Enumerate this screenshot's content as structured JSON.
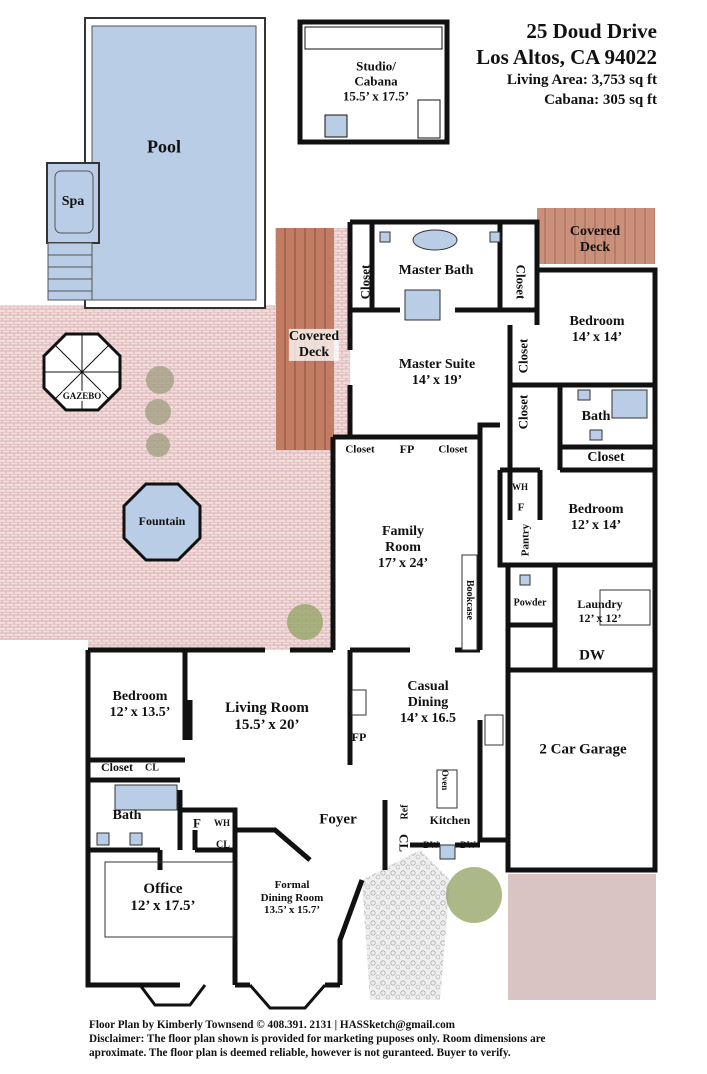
{
  "header": {
    "address_line1": "25  Doud Drive",
    "address_line2": "Los Altos, CA 94022",
    "living_area": "Living Area: 3,753 sq ft",
    "cabana_area": "Cabana: 305 sq ft"
  },
  "outdoor": {
    "pool": "Pool",
    "spa": "Spa",
    "gazebo": "GAZEBO",
    "fountain": "Fountain",
    "covered_deck_left": [
      "Covered",
      "Deck"
    ],
    "covered_deck_right": [
      "Covered",
      "Deck"
    ]
  },
  "rooms": {
    "studio": {
      "name1": "Studio/",
      "name2": "Cabana",
      "dims": "15.5’ x 17.5’"
    },
    "master_bath": "Master Bath",
    "closet": "Closet",
    "master_suite": {
      "name": "Master Suite",
      "dims": "14’ x 19’"
    },
    "bedroom_ne": {
      "name": "Bedroom",
      "dims": "14’ x 14’"
    },
    "bath_ne": "Bath",
    "bedroom_e": {
      "name": "Bedroom",
      "dims": "12’ x 14’"
    },
    "fp": "FP",
    "family_room": {
      "name": "Family",
      "name2": "Room",
      "dims": "17’ x 24’"
    },
    "bookcase": "Bookcase",
    "wh": "WH",
    "f": "F",
    "pantry": "Pantry",
    "powder": "Powder",
    "laundry": {
      "name": "Laundry",
      "dims": "12’ x 12’"
    },
    "dw": "DW",
    "casual_dining": {
      "name": "Casual",
      "name2": "Dining",
      "dims": "14’ x 16.5"
    },
    "garage": "2 Car Garage",
    "bedroom_w": {
      "name": "Bedroom",
      "dims": "12’ x 13.5’"
    },
    "living_room": {
      "name": "Living Room",
      "dims": "15.5’ x 20’"
    },
    "cl": "CL",
    "bath_w": "Bath",
    "foyer": "Foyer",
    "ref": "Ref",
    "oven": "Oven",
    "kitchen": "Kitchen",
    "office": {
      "name": "Office",
      "dims": "12’ x 17.5’"
    },
    "formal_dining": {
      "name1": "Formal",
      "name2": "Dining Room",
      "dims": "13.5’ x 15.7’"
    }
  },
  "footer": {
    "credit": "Floor Plan by Kimberly Townsend ©  408.391. 2131   |   HASSketch@gmail.com",
    "disclaimer1": "Disclaimer: The floor plan shown is provided for marketing puposes only. Room dimensions are",
    "disclaimer2": "aproximate. The floor plan is deemed reliable, however is not guranteed.  Buyer to verify."
  },
  "colors": {
    "water": "#b9cde6",
    "brick": "#e6cdcd",
    "deck": "#b8705a",
    "wall": "#111111",
    "driveway": "#d9c3c3"
  }
}
